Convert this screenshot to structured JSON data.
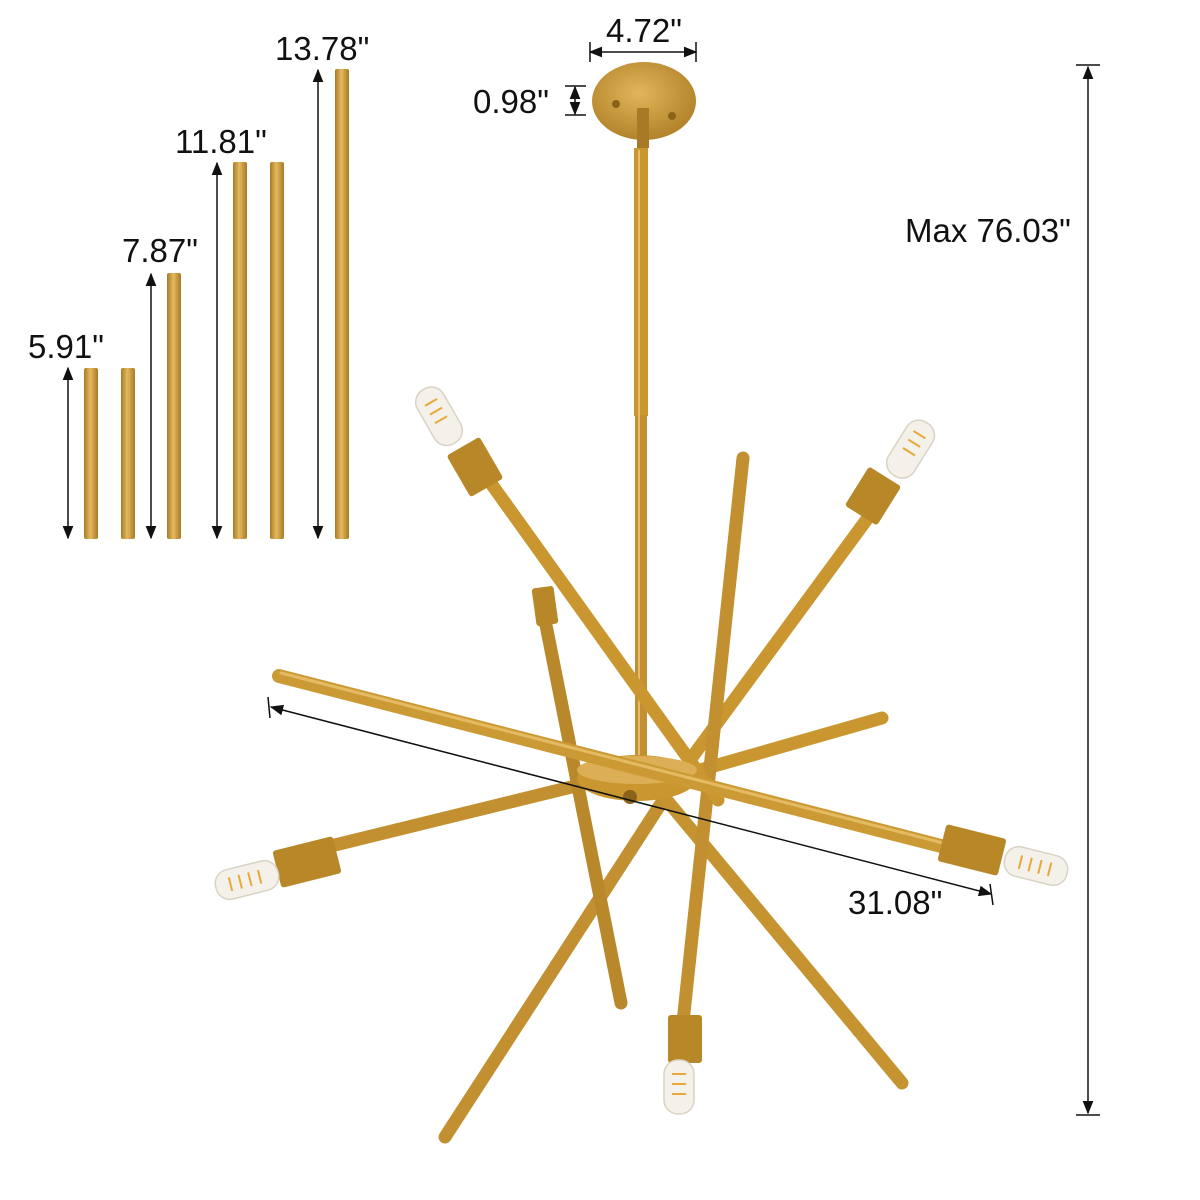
{
  "colors": {
    "brass": "#c9962f",
    "brass_dark": "#9c7020",
    "brass_light": "#e2b65a",
    "dimension_line": "#111111",
    "bulb_glass": "#f4f1ea",
    "filament": "#e8a83a"
  },
  "rod_dimensions": {
    "short": "5.91\"",
    "medium": "7.87\"",
    "long": "11.81\"",
    "longest": "13.78\""
  },
  "canopy_dimensions": {
    "diameter": "4.72\"",
    "height": "0.98\""
  },
  "fixture_dimensions": {
    "max_height": "Max 76.03\"",
    "width": "31.08\""
  }
}
